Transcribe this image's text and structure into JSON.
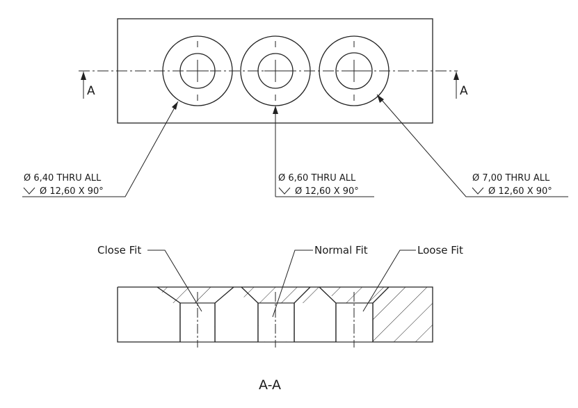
{
  "section_marker": "A",
  "callouts": [
    {
      "line1": "Ø 6,40 THRU ALL",
      "line2": "Ø 12,60 X 90°"
    },
    {
      "line1": "Ø 6,60 THRU ALL",
      "line2": "Ø 12,60 X 90°"
    },
    {
      "line1": "Ø 7,00 THRU ALL",
      "line2": "Ø 12,60 X 90°"
    }
  ],
  "fit_labels": [
    "Close Fit",
    "Normal Fit",
    "Loose Fit"
  ],
  "section_title": "A-A"
}
